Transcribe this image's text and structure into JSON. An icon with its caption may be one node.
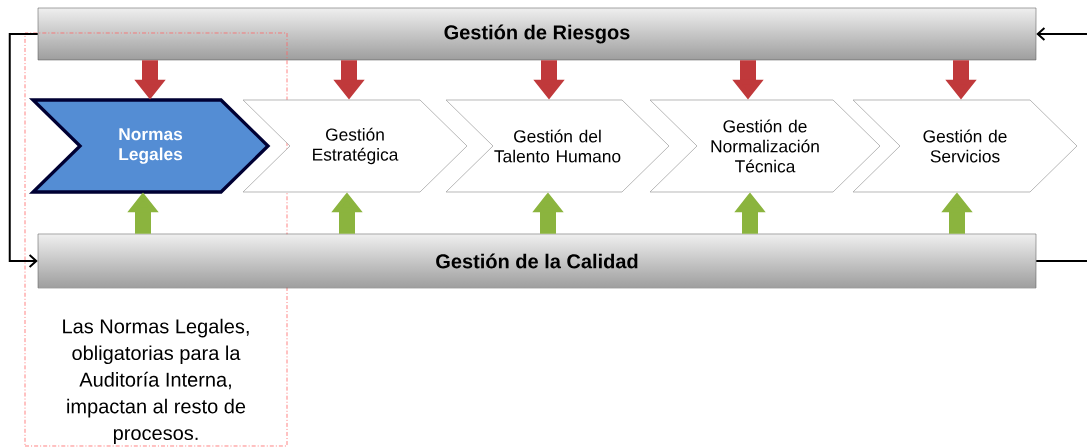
{
  "diagram": {
    "nodes": [
      {
        "text": [
          "Gestión de Riesgos"
        ]
      },
      {
        "text": [
          "Las Normas Legales, obligatorias para la Auditoría Interna, impactan al resto de procesos."
        ]
      },
      {
        "text": [
          "Normas Legales"
        ],
        "in": 1
      },
      {
        "text": [
          "Gestión Estratégica"
        ]
      },
      {
        "text": [
          "Gestión del Talento Humano"
        ]
      },
      {
        "text": [
          "Gestión de Normalización Técnica"
        ]
      },
      {
        "text": [
          "Gestión de Servicios"
        ]
      },
      {
        "text": [
          "Gestión de la Calidad"
        ]
      }
    ],
    "edges": [
      {
        "from": 0,
        "to": 2,
        "arrow": "to",
        "color": "#c0393b"
      },
      {
        "from": 0,
        "to": 3,
        "arrow": "to",
        "color": "#c0393b"
      },
      {
        "from": 0,
        "to": 4,
        "arrow": "to",
        "color": "#c0393b"
      },
      {
        "from": 0,
        "to": 5,
        "arrow": "to",
        "color": "#c0393b"
      },
      {
        "from": 0,
        "to": 6,
        "arrow": "to",
        "color": "#c0393b"
      },
      {
        "from": 7,
        "to": 2,
        "arrow": "to",
        "color": "#8bb43e"
      },
      {
        "from": 7,
        "to": 3,
        "arrow": "to",
        "color": "#8bb43e"
      },
      {
        "from": 7,
        "to": 4,
        "arrow": "to",
        "color": "#8bb43e"
      },
      {
        "from": 7,
        "to": 5,
        "arrow": "to",
        "color": "#8bb43e"
      },
      {
        "from": 7,
        "to": 6,
        "arrow": "to",
        "color": "#8bb43e"
      },
      {
        "from": 0,
        "to": 7,
        "arrow": "to",
        "color": "#000000"
      },
      {
        "from": 7,
        "to": null,
        "arrow": "none",
        "color": "#000000"
      },
      {
        "from": null,
        "to": 0,
        "arrow": "to",
        "color": "#000000"
      }
    ]
  }
}
